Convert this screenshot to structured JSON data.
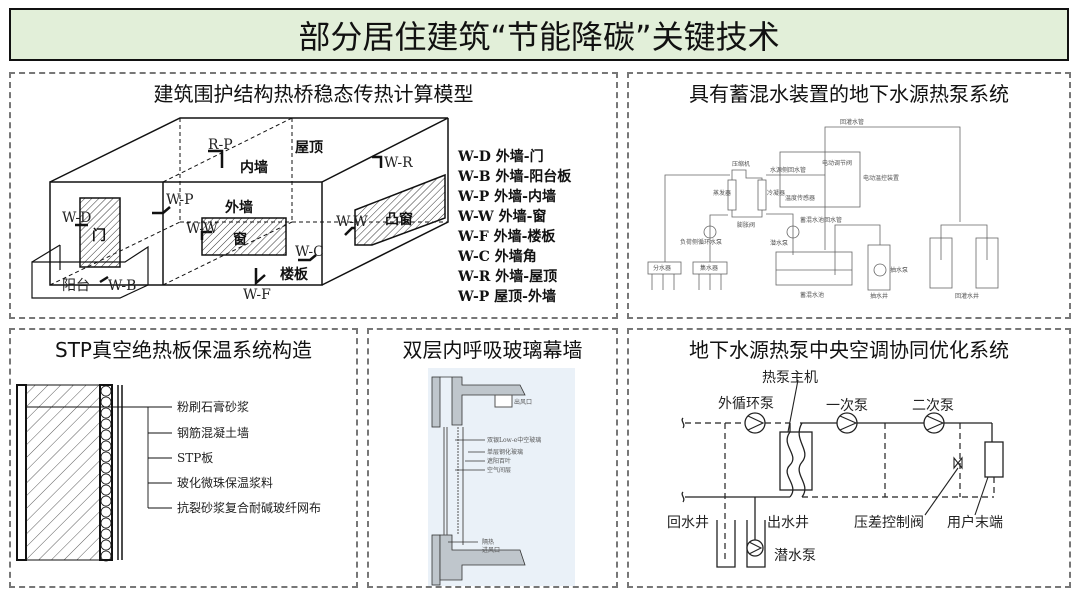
{
  "header": {
    "title": "部分居住建筑“节能降碳”关键技术"
  },
  "panels": {
    "thermal_bridge": {
      "title": "建筑围护结构热桥稳态传热计算模型",
      "labels": {
        "rp": "R-P",
        "inner_wall": "内墙",
        "roof": "屋顶",
        "wr": "W-R",
        "outer_wall": "外墙",
        "wp": "W-P",
        "wd": "W-D",
        "door": "门",
        "ww1": "W-W",
        "window": "窗",
        "ww2": "W-W",
        "bay_window": "凸窗",
        "wc": "W-C",
        "floor": "楼板",
        "balcony": "阳台",
        "wb": "W-B",
        "wf": "W-F"
      },
      "legend": [
        "W-D 外墙-门",
        "W-B 外墙-阳台板",
        "W-P 外墙-内墙",
        "W-W 外墙-窗",
        "W-F 外墙-楼板",
        "W-C 外墙角",
        "W-R 外墙-屋顶",
        "W-P 屋顶-外墙"
      ]
    },
    "heat_pump_storage": {
      "title": "具有蓄混水装置的地下水源热泵系统",
      "labels": {
        "recharge_pipe": "回灌水管",
        "compressor": "压缩机",
        "source_return": "水源侧回水管",
        "valve": "电动调节阀",
        "temp_ctrl": "电动温控装置",
        "evaporator": "蒸发器",
        "condenser": "冷凝器",
        "sensor": "温度传感器",
        "expansion": "膨胀阀",
        "mix_return": "蓄混水池回水管",
        "load_pump": "负荷侧循环水泵",
        "sub_pump": "潜水泵",
        "distributor": "分水器",
        "collector": "集水器",
        "mix_tank": "蓄混水池",
        "draw_pump": "抽水泵",
        "draw_well": "抽水井",
        "recharge_well": "回灌水井"
      }
    },
    "stp": {
      "title": "STP真空绝热板保温系统构造",
      "layers": [
        "粉刷石膏砂浆",
        "钢筋混凝土墙",
        "STP板",
        "玻化微珠保温浆料",
        "抗裂砂浆复合耐碱玻纤网布"
      ]
    },
    "double_skin": {
      "title": "双层内呼吸玻璃幕墙",
      "labels": {
        "outlet": "出风口",
        "lowe": "双银Low-e中空玻璃",
        "tempered": "单层钢化玻璃",
        "blind": "遮阳百叶",
        "air": "空气间层",
        "insul": "隔热",
        "inlet": "进风口"
      }
    },
    "central_ac": {
      "title": "地下水源热泵中央空调协同优化系统",
      "labels": {
        "host": "热泵主机",
        "outer_pump": "外循环泵",
        "primary": "一次泵",
        "secondary": "二次泵",
        "return_well": "回水井",
        "supply_well": "出水井",
        "sub_pump": "潜水泵",
        "dp_valve": "压差控制阀",
        "terminal": "用户末端"
      }
    }
  },
  "colors": {
    "title_bg": "#e2efd9",
    "panel_border": "#777777"
  }
}
